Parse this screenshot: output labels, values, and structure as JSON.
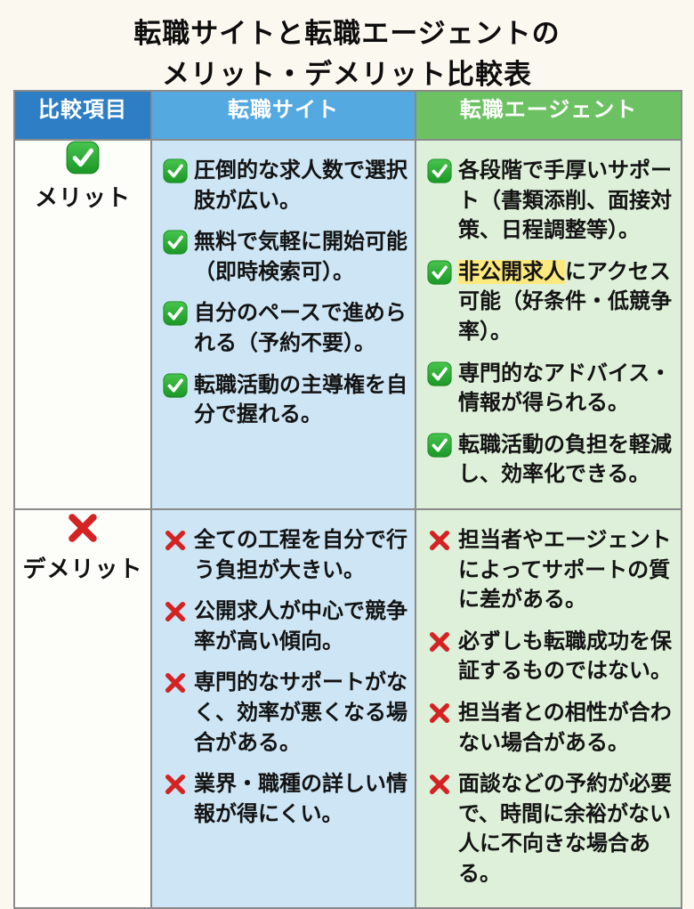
{
  "title": {
    "line1": "転職サイトと転職エージェントの",
    "line2": "メリット・デメリット比較表"
  },
  "header": {
    "col1": "比較項目",
    "col2": "転職サイト",
    "col3": "転職エージェント"
  },
  "merit": {
    "label": "メリット",
    "icon": "check-icon",
    "site_items": [
      "圧倒的な求人数で選択肢が広い。",
      "無料で気軽に開始可能（即時検索可）。",
      "自分のペースで進められる（予約不要）。",
      "転職活動の主導権を自分で握れる。"
    ],
    "agent_items": [
      "各段階で手厚いサポート（書類添削、面接対策、日程調整等）。",
      {
        "highlight": "非公開求人",
        "rest": "にアクセス可能（好条件・低競争率）。"
      },
      "専門的なアドバイス・情報が得られる。",
      "転職活動の負担を軽減し、効率化できる。"
    ]
  },
  "demerit": {
    "label": "デメリット",
    "icon": "cross-icon",
    "site_items": [
      "全ての工程を自分で行う負担が大きい。",
      "公開求人が中心で競争率が高い傾向。",
      "専門的なサポートがなく、効率が悪くなる場合がある。",
      "業界・職種の詳しい情報が得にくい。"
    ],
    "agent_items": [
      "担当者やエージェントによってサポートの質に差がある。",
      "必ずしも転職成功を保証するものではない。",
      "担当者との相性が合わない場合がある。",
      "面談などの予約が必要で、時間に余裕がない人に不向きな場合ある。"
    ]
  },
  "colors": {
    "header_item_bg": "#2e7ec5",
    "header_site_bg": "#54a9e1",
    "header_agent_bg": "#6cc263",
    "cell_site_bg": "#cde5f4",
    "cell_agent_bg": "#def0da",
    "highlight_yellow": "#fce97d",
    "check_green": "#2aa835",
    "cross_red": "#d32323",
    "page_bg": "#fbf8ef"
  }
}
